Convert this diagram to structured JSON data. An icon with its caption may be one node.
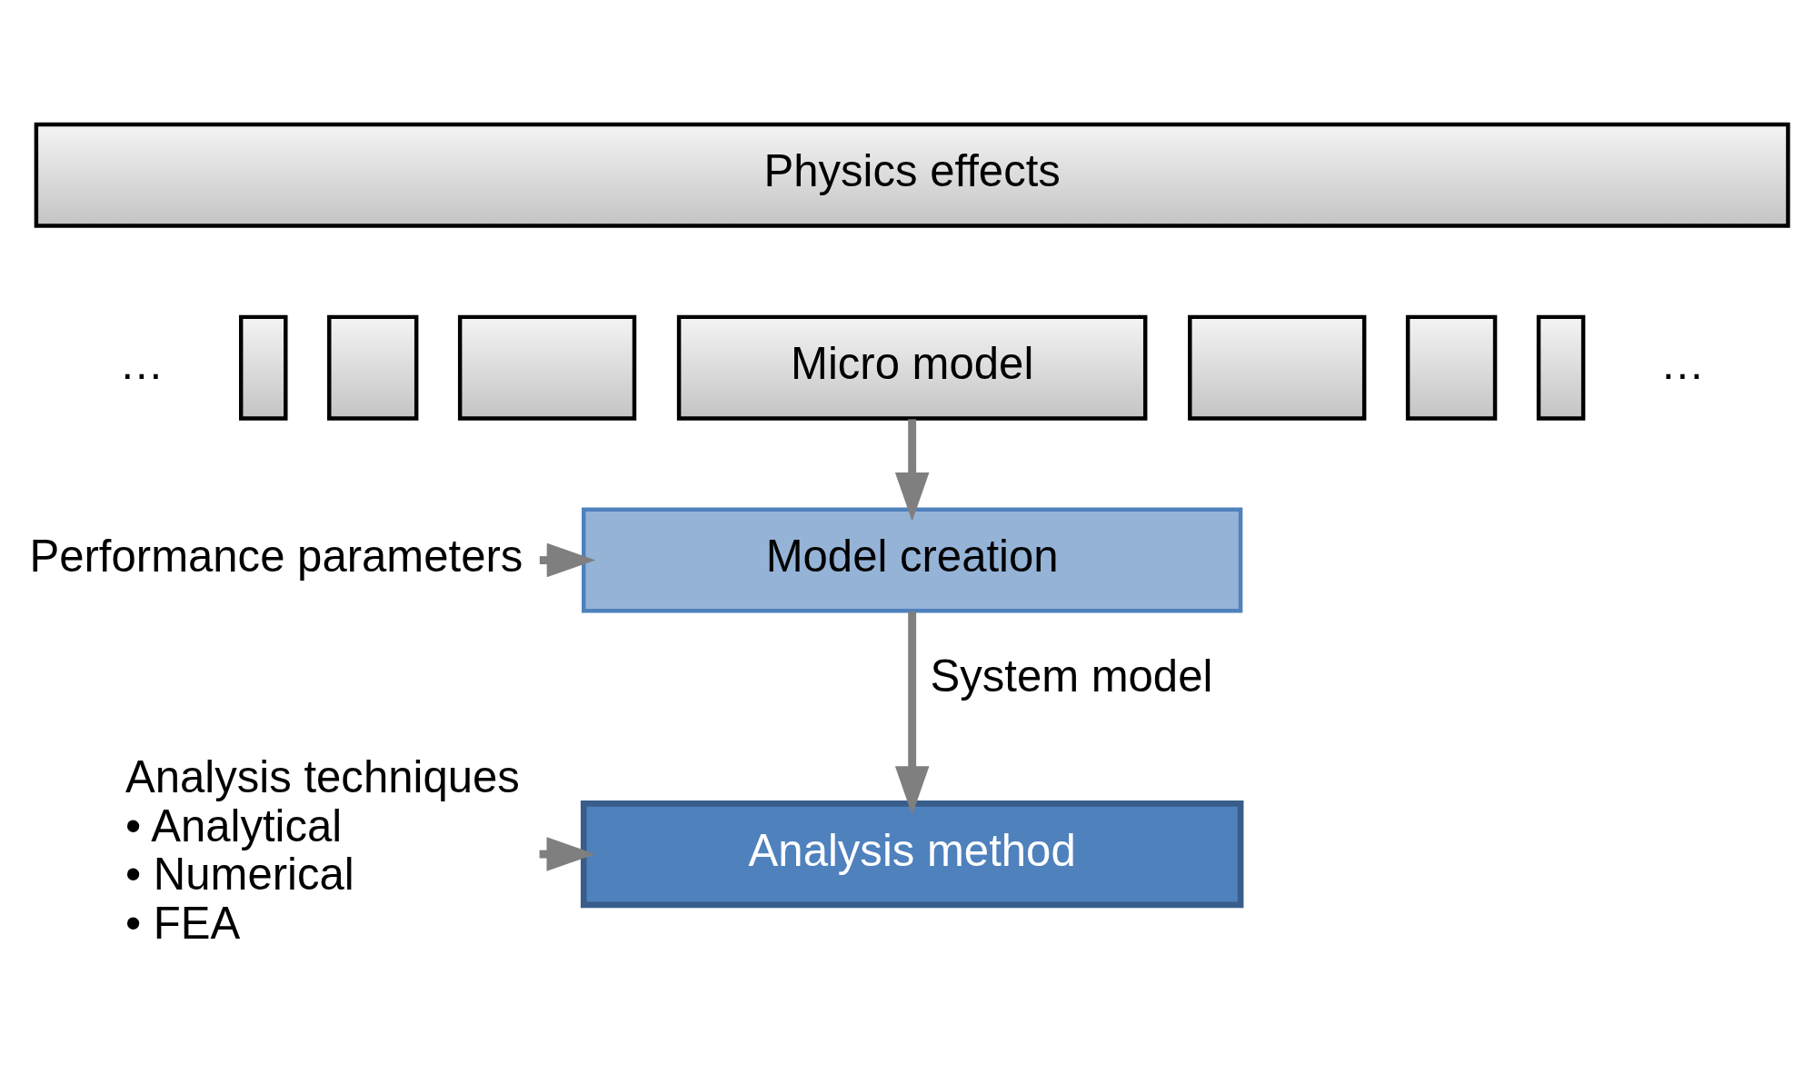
{
  "diagram": {
    "nodes": [
      {
        "text": [
          "Physics effects"
        ]
      },
      {
        "text": [],
        "shape": "box"
      },
      {
        "text": [],
        "shape": "box"
      },
      {
        "text": [],
        "shape": "box"
      },
      {
        "text": [
          "Micro model"
        ]
      },
      {
        "text": [],
        "shape": "box"
      },
      {
        "text": [],
        "shape": "box"
      },
      {
        "text": [],
        "shape": "box"
      },
      {
        "text": [
          "Performance parameters"
        ]
      },
      {
        "text": [
          "Model creation"
        ]
      },
      {
        "text": [
          "Analysis techniques",
          "• Analytical",
          "• Numerical",
          "• FEA"
        ]
      },
      {
        "text": [
          "Analysis method"
        ]
      }
    ],
    "edges": [
      {
        "from": 4,
        "to": 9,
        "arrow": "to"
      },
      {
        "from": 8,
        "to": 9,
        "arrow": "to"
      },
      {
        "from": 9,
        "to": 11,
        "label": "System model",
        "arrow": "to"
      },
      {
        "from": 10,
        "to": 11,
        "arrow": "to"
      }
    ],
    "labels": [
      "…",
      "…"
    ]
  }
}
